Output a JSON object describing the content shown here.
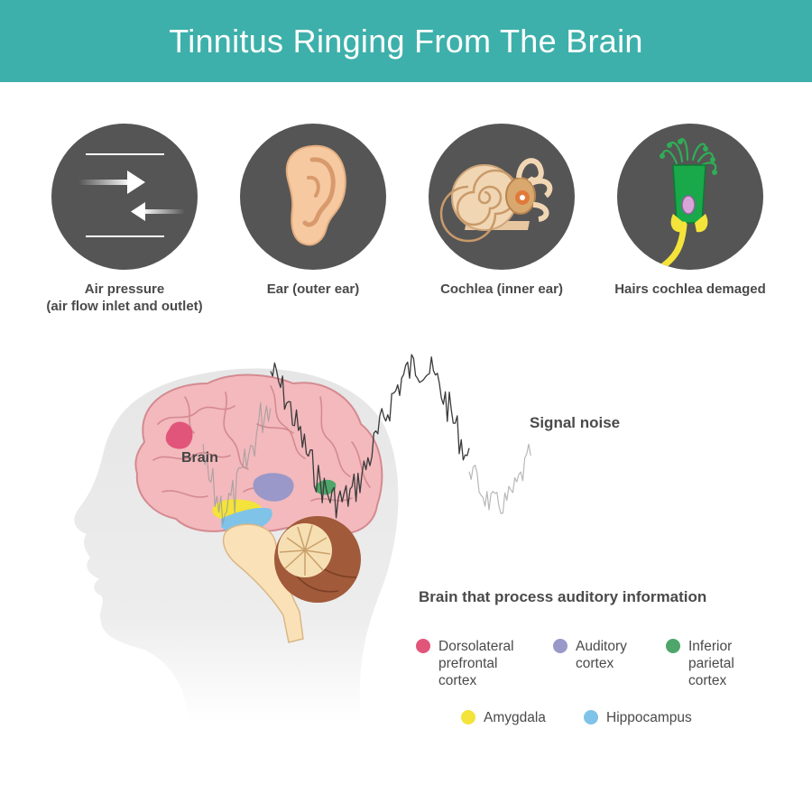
{
  "header": {
    "title": "Tinnitus Ringing From The Brain",
    "bg_color": "#3eb0ab"
  },
  "steps": [
    {
      "label": "Air pressure\n(air flow inlet and outlet)",
      "icon": "air-pressure-arrows-icon"
    },
    {
      "label": "Ear (outer ear)",
      "icon": "outer-ear-icon"
    },
    {
      "label": "Cochlea (inner ear)",
      "icon": "cochlea-icon"
    },
    {
      "label": "Hairs cochlea demaged",
      "icon": "hair-cell-icon"
    }
  ],
  "diagram": {
    "brain_label": "Brain",
    "signal_label": "Signal noise"
  },
  "legend": {
    "title": "Brain that process auditory information",
    "items": [
      {
        "label": "Dorsolateral\nprefrontal\ncortex",
        "color": "#e2557a"
      },
      {
        "label": "Auditory\ncortex",
        "color": "#9a98c9"
      },
      {
        "label": "Inferior\nparietal\ncortex",
        "color": "#4ea66a"
      },
      {
        "label": "Amygdala",
        "color": "#f3e33a"
      },
      {
        "label": "Hippocampus",
        "color": "#7fc3e8"
      }
    ]
  }
}
